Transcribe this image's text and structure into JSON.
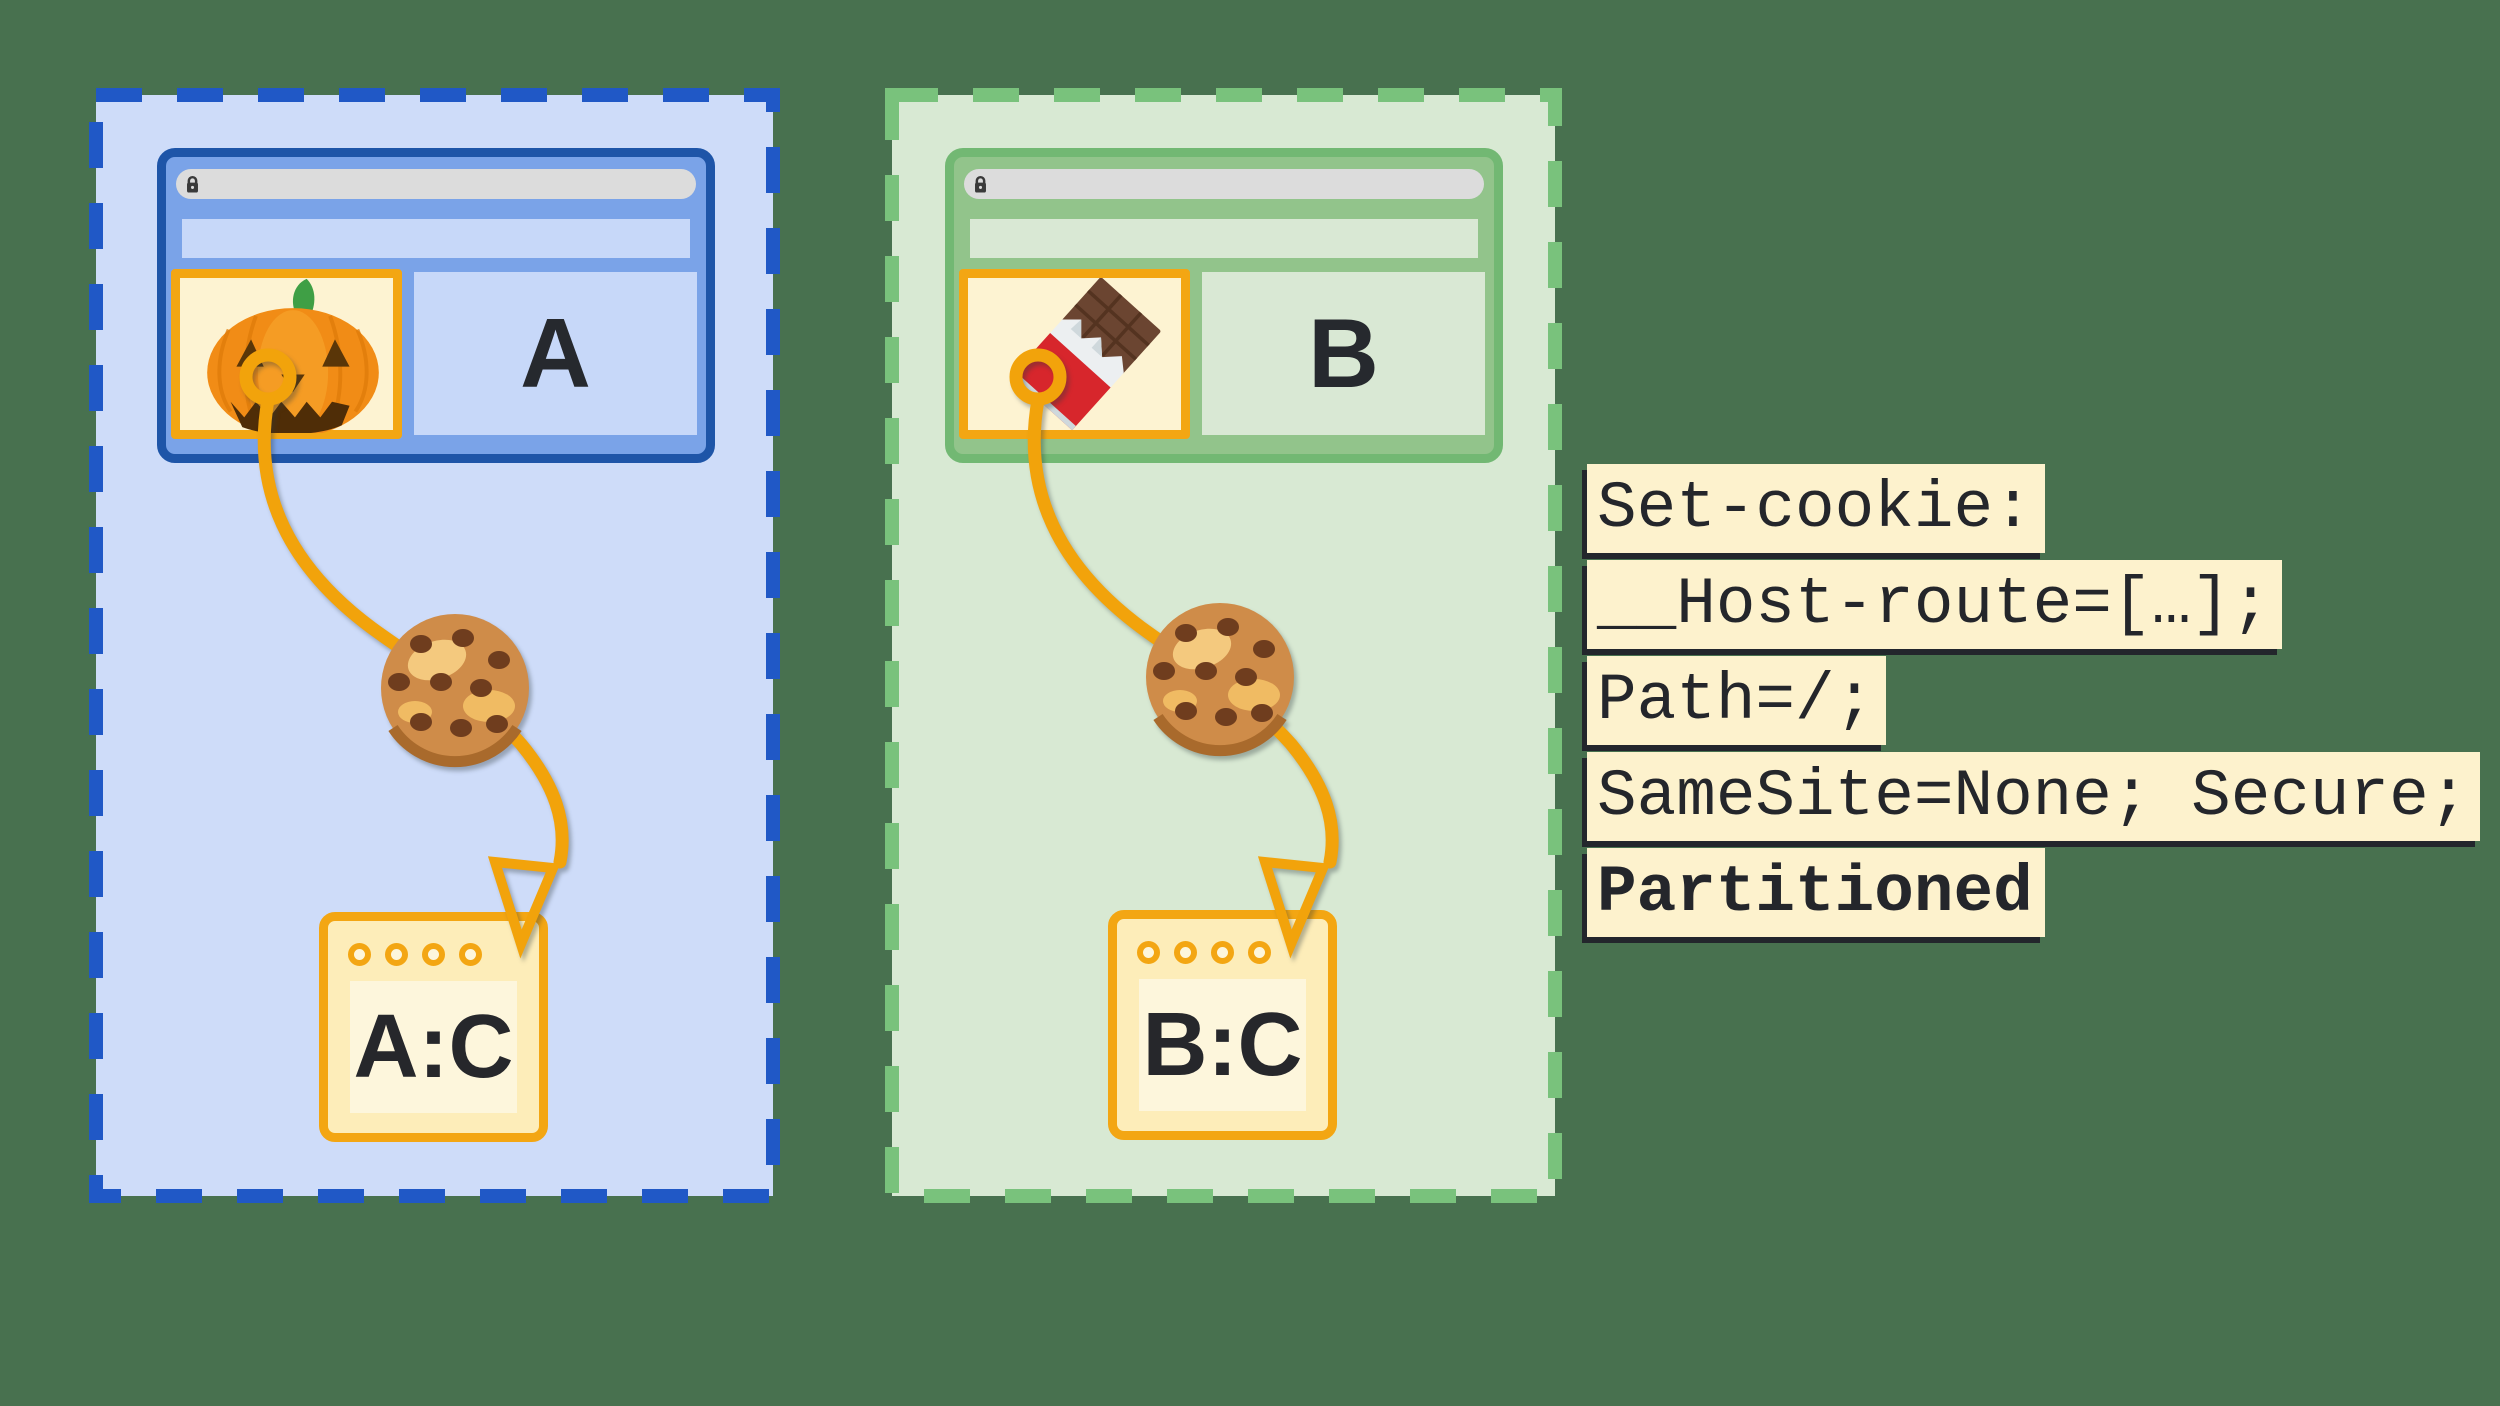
{
  "background_color": "#48714f",
  "partitions": [
    {
      "name": "site-a-partition",
      "accent": "#2058c6",
      "panel_fill": "#cedcf9",
      "browser": {
        "border": "#1e55a8",
        "body": "#7aa3e8",
        "surface": "#c7d8f9",
        "site_label": "A",
        "iframe_icon": "pumpkin-icon",
        "urlbar_icon": "lock-icon"
      },
      "cookie_jar_label": "A:C"
    },
    {
      "name": "site-b-partition",
      "accent": "#79c27c",
      "panel_fill": "#d8e9d3",
      "browser": {
        "border": "#72b873",
        "body": "#92c48b",
        "surface": "#d9e8d4",
        "site_label": "B",
        "iframe_icon": "chocolate-icon",
        "urlbar_icon": "lock-icon"
      },
      "cookie_jar_label": "B:C"
    }
  ],
  "cookie_flow": {
    "stroke": "#f2a30b",
    "cookie_icon": "cookie-icon",
    "arrow_icon": "arrowhead-icon"
  },
  "code_block": {
    "bg": "#fdf2cd",
    "text_color": "#24262b",
    "shadow": "#23262c",
    "lines": [
      {
        "text": "Set-cookie:",
        "bold": false
      },
      {
        "text": "__Host-route=[…];",
        "bold": false
      },
      {
        "text": "Path=/;",
        "bold": false
      },
      {
        "text": "SameSite=None; Secure;",
        "bold": false
      },
      {
        "text": "Partitioned",
        "bold": true
      }
    ]
  }
}
